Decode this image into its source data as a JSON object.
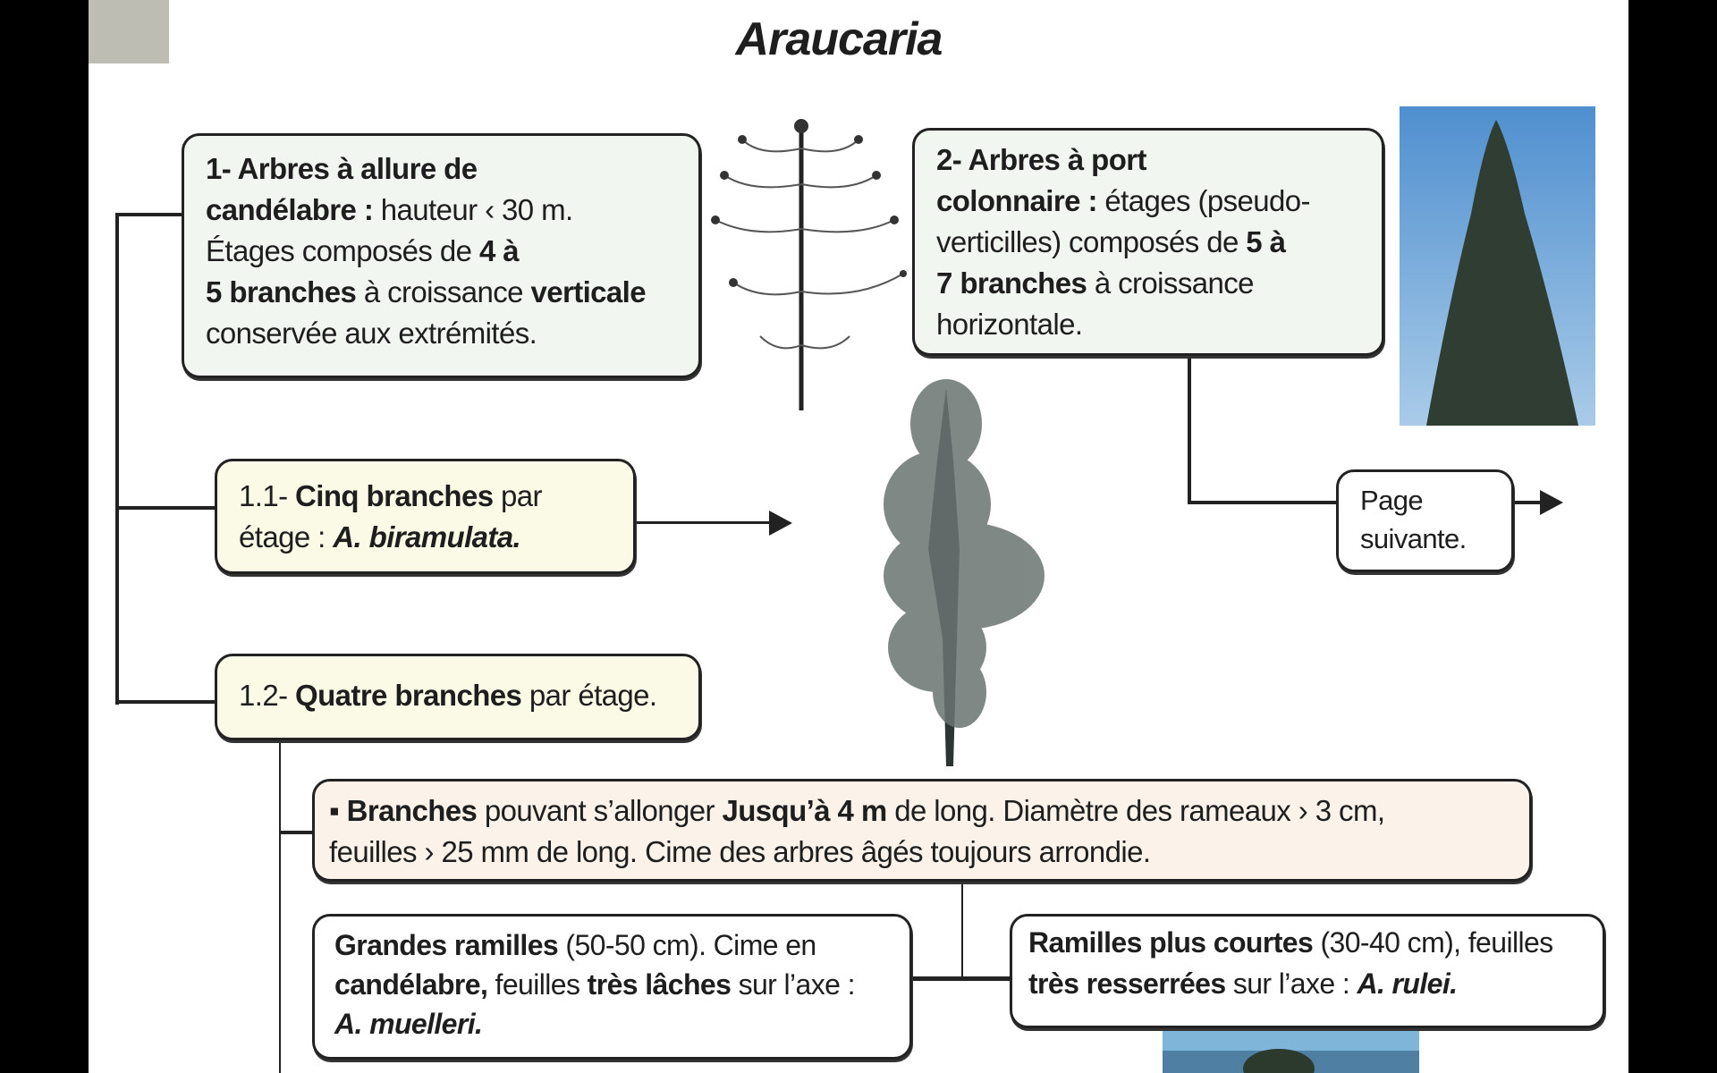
{
  "title": "Araucaria",
  "boxes": {
    "box1": {
      "lines": [
        [
          {
            "t": "1- Arbres à allure de",
            "b": 1
          }
        ],
        [
          {
            "t": "candélabre :",
            "b": 1
          },
          {
            "t": " hauteur ‹ 30 m."
          }
        ],
        [
          {
            "t": "Étages composés de "
          },
          {
            "t": "4 à",
            "b": 1
          }
        ],
        [
          {
            "t": "5 branches",
            "b": 1
          },
          {
            "t": " à croissance "
          },
          {
            "t": "verticale",
            "b": 1
          }
        ],
        [
          {
            "t": "conservée aux extrémités."
          }
        ]
      ]
    },
    "box2": {
      "lines": [
        [
          {
            "t": "2- Arbres à port",
            "b": 1
          }
        ],
        [
          {
            "t": "colonnaire :",
            "b": 1
          },
          {
            "t": " étages (pseudo-"
          }
        ],
        [
          {
            "t": "verticilles) composés de "
          },
          {
            "t": "5 à",
            "b": 1
          }
        ],
        [
          {
            "t": "7 branches",
            "b": 1
          },
          {
            "t": " à croissance"
          }
        ],
        [
          {
            "t": "horizontale."
          }
        ]
      ]
    },
    "box11": {
      "lines": [
        [
          {
            "t": "1.1- "
          },
          {
            "t": "Cinq branches",
            "b": 1
          },
          {
            "t": " par"
          }
        ],
        [
          {
            "t": "étage : "
          },
          {
            "t": "A. biramulata.",
            "b": 1,
            "i": 1
          }
        ]
      ]
    },
    "box12": {
      "lines": [
        [
          {
            "t": "1.2- "
          },
          {
            "t": "Quatre branches",
            "b": 1
          },
          {
            "t": " par étage."
          }
        ]
      ]
    },
    "next": {
      "lines": [
        [
          {
            "t": "Page"
          }
        ],
        [
          {
            "t": "suivante."
          }
        ]
      ]
    },
    "branches": {
      "lines": [
        [
          {
            "t": "▪ Branches",
            "b": 1
          },
          {
            "t": " pouvant s’allonger "
          },
          {
            "t": "Jusqu’à 4 m",
            "b": 1
          },
          {
            "t": " de long. Diamètre des rameaux › 3 cm,"
          }
        ],
        [
          {
            "t": "feuilles › 25 mm de long. Cime des arbres âgés toujours arrondie."
          }
        ]
      ]
    },
    "grandes": {
      "lines": [
        [
          {
            "t": "Grandes ramilles",
            "b": 1
          },
          {
            "t": " (50-50 cm). Cime en"
          }
        ],
        [
          {
            "t": "candélabre,",
            "b": 1
          },
          {
            "t": " feuilles "
          },
          {
            "t": "très lâches",
            "b": 1
          },
          {
            "t": " sur l’axe :"
          }
        ],
        [
          {
            "t": "A. muelleri.",
            "b": 1,
            "i": 1
          }
        ]
      ]
    },
    "ramilles": {
      "lines": [
        [
          {
            "t": "Ramilles plus courtes",
            "b": 1
          },
          {
            "t": " (30-40 cm), feuilles"
          }
        ],
        [
          {
            "t": "très resserrées",
            "b": 1
          },
          {
            "t": " sur l’axe : "
          },
          {
            "t": "A. rulei.",
            "b": 1,
            "i": 1
          }
        ]
      ]
    }
  },
  "colors": {
    "green_box": "#f1f6f1",
    "yellow_box": "#fbfae6",
    "peach_box": "#fbf2ea",
    "white_box": "#ffffff"
  }
}
